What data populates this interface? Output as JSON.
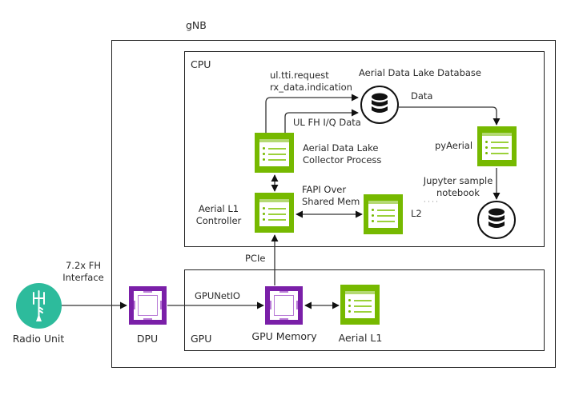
{
  "diagram": {
    "containers": {
      "gnb": "gNB",
      "cpu": "CPU",
      "gpu": "GPU"
    },
    "nodes": {
      "radio_unit": {
        "label": "Radio Unit",
        "icon": "antenna-icon",
        "color": "#2dbb9c"
      },
      "dpu": {
        "label": "DPU",
        "icon": "chip-icon",
        "color": "#7a1fa8"
      },
      "gpu_memory": {
        "label": "GPU Memory",
        "icon": "chip-icon",
        "color": "#7a1fa8"
      },
      "aerial_l1_gpu": {
        "label": "Aerial L1",
        "icon": "app-window-icon",
        "color": "#76b900"
      },
      "aerial_l1_controller": {
        "label_line1": "Aerial L1",
        "label_line2": "Controller",
        "icon": "app-window-icon",
        "color": "#76b900"
      },
      "collector": {
        "label_line1": "Aerial Data Lake",
        "label_line2": "Collector Process",
        "icon": "app-window-icon",
        "color": "#76b900"
      },
      "l2": {
        "label": "L2",
        "icon": "app-window-icon",
        "color": "#76b900"
      },
      "pyaerial": {
        "label": "pyAerial",
        "icon": "app-window-icon",
        "color": "#76b900"
      },
      "database": {
        "label": "Aerial Data Lake Database",
        "icon": "database-icon"
      },
      "notebook_db": {
        "icon": "database-icon"
      }
    },
    "edges": {
      "fh_interface_line1": "7.2x FH",
      "fh_interface_line2": "Interface",
      "gpunetio": "GPUNetIO",
      "pcie": "PCIe",
      "fapi_line1": "FAPI Over",
      "fapi_line2": "Shared Mem",
      "ul_tti_line1": "ul.tti.request",
      "ul_tti_line2": "rx_data.indication",
      "ul_fh_iq": "UL FH I/Q Data",
      "data": "Data",
      "jupyter_line1": "Jupyter sample",
      "jupyter_line2": "notebook",
      "ellipsis": "· · · ·"
    }
  }
}
